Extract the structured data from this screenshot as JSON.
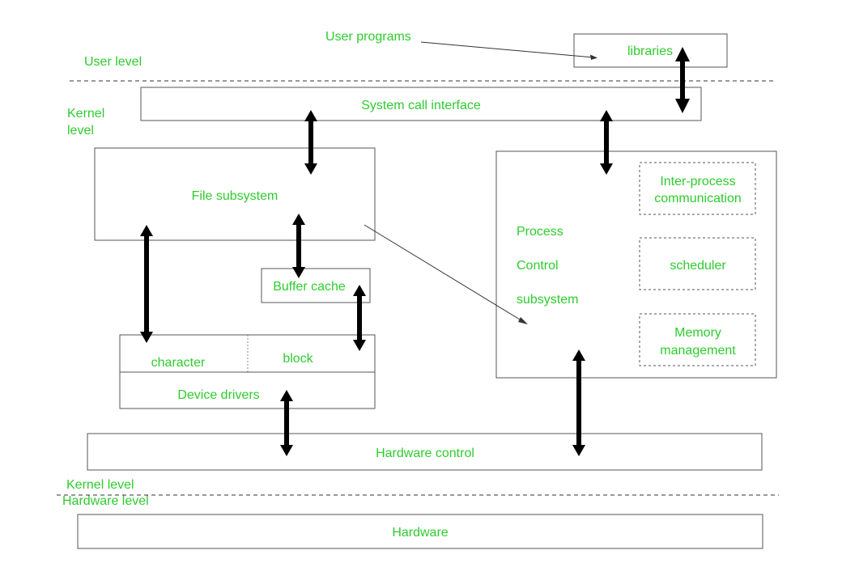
{
  "labels": {
    "user_programs": "User programs",
    "libraries": "libraries",
    "user_level": "User level",
    "kernel_level_top_1": "Kernel",
    "kernel_level_top_2": "level",
    "system_call_interface": "System call interface",
    "file_subsystem": "File subsystem",
    "buffer_cache": "Buffer cache",
    "character": "character",
    "block": "block",
    "device_drivers": "Device drivers",
    "process_1": "Process",
    "process_2": "Control",
    "process_3": "subsystem",
    "ipc_1": "Inter-process",
    "ipc_2": "communication",
    "scheduler": "scheduler",
    "memory_1": "Memory",
    "memory_2": "management",
    "hardware_control": "Hardware control",
    "kernel_level_bottom": "Kernel level",
    "hardware_level": "Hardware level",
    "hardware": "Hardware"
  },
  "colors": {
    "label": "#2ecc2e",
    "line": "#555555",
    "arrow": "#000000"
  }
}
